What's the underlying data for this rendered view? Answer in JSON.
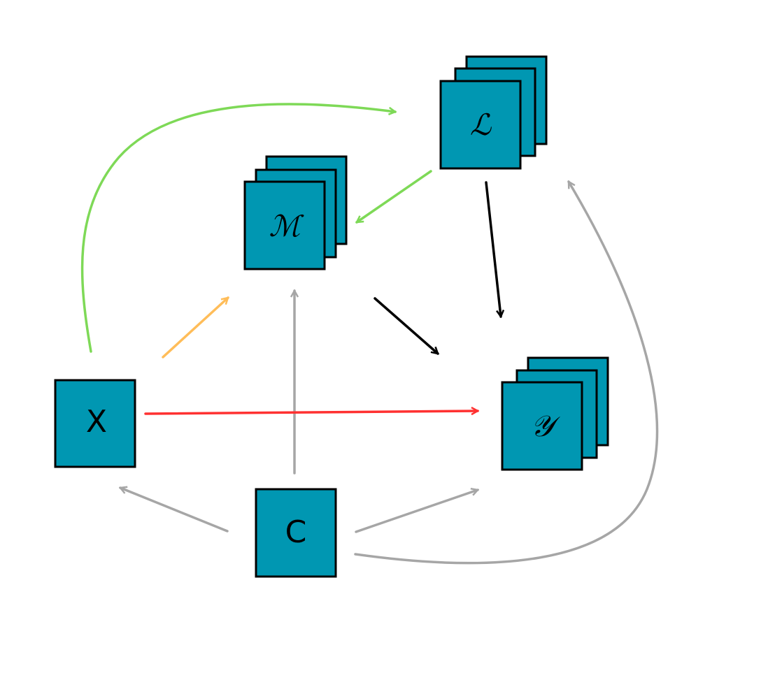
{
  "nodes": {
    "x": {
      "label": "X"
    },
    "c": {
      "label": "C"
    },
    "m": {
      "label": "ℳ"
    },
    "l": {
      "label": "ℒ"
    },
    "y": {
      "label": "𝒴"
    }
  },
  "colors": {
    "box_fill": "#0097b2",
    "green": "#7ed957",
    "orange": "#ffbd59",
    "red": "#ff3131",
    "gray": "#a6a6a6",
    "black": "#000000"
  },
  "edges": [
    {
      "from": "x",
      "to": "l",
      "color": "green"
    },
    {
      "from": "l",
      "to": "m",
      "color": "green"
    },
    {
      "from": "x",
      "to": "m",
      "color": "orange"
    },
    {
      "from": "x",
      "to": "y",
      "color": "red"
    },
    {
      "from": "l",
      "to": "y",
      "color": "black"
    },
    {
      "from": "m",
      "to": "y",
      "color": "black"
    },
    {
      "from": "c",
      "to": "m",
      "color": "gray"
    },
    {
      "from": "c",
      "to": "x",
      "color": "gray"
    },
    {
      "from": "c",
      "to": "y",
      "color": "gray"
    },
    {
      "from": "c",
      "to": "l",
      "color": "gray"
    }
  ]
}
